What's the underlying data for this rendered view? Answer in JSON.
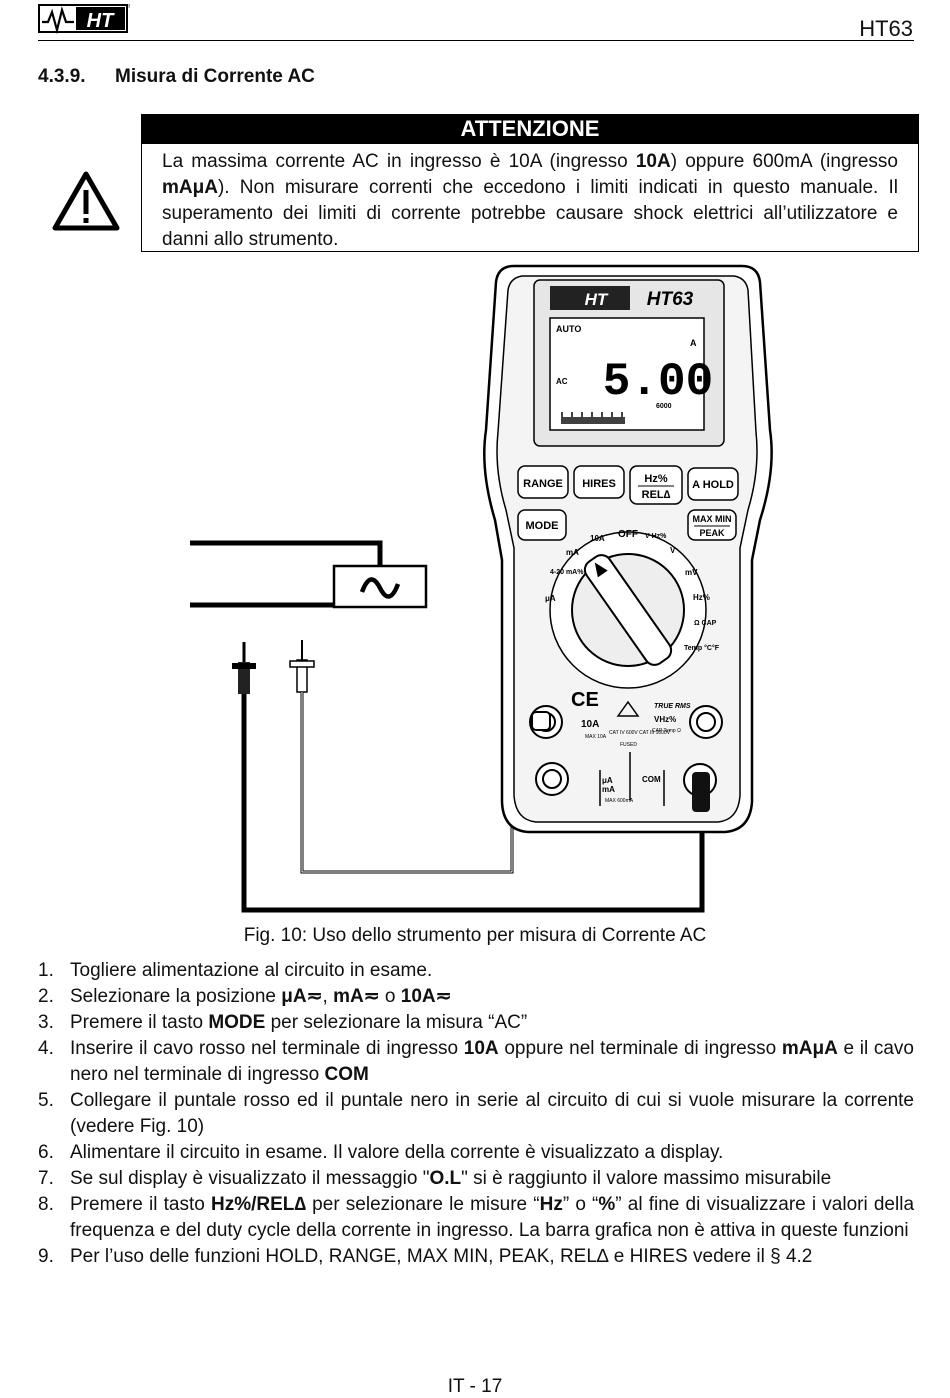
{
  "header": {
    "brand": "HT",
    "doc_code": "HT63"
  },
  "section": {
    "number": "4.3.9.",
    "title": "Misura di Corrente AC"
  },
  "warning": {
    "title": "ATTENZIONE",
    "text_before_10A": "La massima corrente AC in ingresso è 10A (ingresso ",
    "bold_10A": "10A",
    "text_after_10A": ") oppure 600mA (ingresso ",
    "bold_mAuA": "mAμA",
    "text_after_mAuA": "). Non misurare correnti che eccedono i limiti indicati in questo manuale. Il superamento dei limiti di corrente potrebbe causare shock elettrici all’utilizzatore e danni allo strumento."
  },
  "meter": {
    "brand": "HT",
    "model": "HT63",
    "display": {
      "auto": "AUTO",
      "ac": "AC",
      "unit": "A",
      "reading": "5.00",
      "scale": "6000"
    },
    "buttons": [
      "RANGE",
      "HIRES",
      "Hz%",
      "REL∆",
      "A HOLD",
      "MODE",
      "MAX MIN",
      "PEAK"
    ],
    "dial": {
      "off": "OFF",
      "left": [
        "10A",
        "mA",
        "4-20 mA%",
        "μA"
      ],
      "right": [
        "V",
        "V",
        "mV",
        "Hz%",
        "Ω CAP",
        "Temp °C°F"
      ],
      "top_right": "V Hz%"
    },
    "terminals": {
      "ce": "CE",
      "true_rms": "TRUE RMS",
      "t10a": "10A",
      "t10a_max": "MAX 10A",
      "cat": "CAT IV 600V CAT III 1000V",
      "fused": "FUSED",
      "vhz": "VHz%",
      "cap": "CAP Temp Ω",
      "ua": "μA",
      "ma": "mA",
      "ma_max": "MAX 600mA",
      "com": "COM"
    }
  },
  "figure_caption": "Fig. 10: Uso dello strumento per misura di Corrente AC",
  "steps": {
    "s1": {
      "num": "1.",
      "text": "Togliere alimentazione al circuito in esame."
    },
    "s2": {
      "num": "2.",
      "a": "Selezionare la posizione ",
      "b1": "μA",
      "sep1": ", ",
      "b2": "mA",
      "sep2": " o ",
      "b3": "10A",
      "ac_dc_symbol": "≂"
    },
    "s3": {
      "num": "3.",
      "a": "Premere il tasto ",
      "b": "MODE",
      "c": " per selezionare la misura “AC”"
    },
    "s4": {
      "num": "4.",
      "a": "Inserire il cavo rosso nel terminale di ingresso ",
      "b1": "10A",
      "c": " oppure nel terminale di ingresso ",
      "b2": "mAμA",
      "d": " e il cavo nero nel terminale di ingresso ",
      "b3": "COM"
    },
    "s5": {
      "num": "5.",
      "text": "Collegare il puntale rosso ed il puntale nero in serie al circuito di cui si vuole misurare la corrente (vedere Fig. 10)"
    },
    "s6": {
      "num": "6.",
      "text": "Alimentare il circuito in esame. Il valore della corrente è visualizzato a display."
    },
    "s7": {
      "num": "7.",
      "a": "Se sul display è visualizzato il messaggio \"",
      "b": "O.L",
      "c": "\" si è raggiunto il valore massimo misurabile"
    },
    "s8": {
      "num": "8.",
      "a": "Premere il tasto ",
      "b1": "Hz%",
      "sep": "/",
      "b2": "REL∆",
      "c": " per selezionare le misure “",
      "b3": "Hz",
      "d": "” o “",
      "b4": "%",
      "e": "” al fine di visualizzare i valori della frequenza e del duty cycle della corrente in ingresso. La barra grafica non è attiva in queste funzioni"
    },
    "s9": {
      "num": "9.",
      "text": "Per l’uso delle funzioni HOLD, RANGE, MAX MIN, PEAK, REL∆ e HIRES vedere il § 4.2"
    }
  },
  "page_number": "IT - 17"
}
